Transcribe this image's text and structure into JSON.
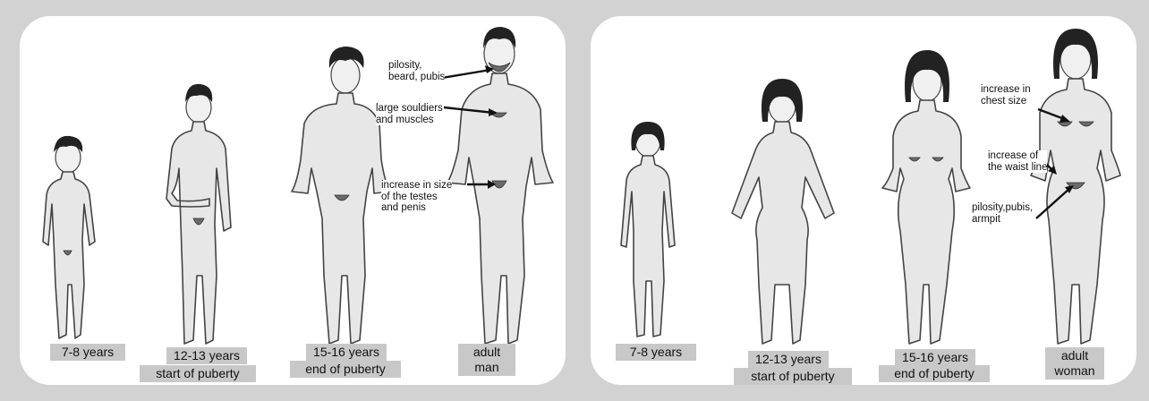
{
  "boys": {
    "stages": [
      {
        "age": "7-8 years",
        "phase": ""
      },
      {
        "age": "12-13 years",
        "phase": "start of puberty"
      },
      {
        "age": "15-16 years",
        "phase": "end of puberty"
      },
      {
        "age": "adult",
        "phase": "man"
      }
    ],
    "annotations": [
      {
        "text": "pilosity,\nbeard, pubis"
      },
      {
        "text": "large souldiers\nand muscles"
      },
      {
        "text": "increase in size\nof the testes\nand penis"
      }
    ]
  },
  "girls": {
    "stages": [
      {
        "age": "7-8 years",
        "phase": ""
      },
      {
        "age": "12-13 years",
        "phase": "start of puberty"
      },
      {
        "age": "15-16 years",
        "phase": "end of puberty"
      },
      {
        "age": "adult",
        "phase": "woman"
      }
    ],
    "annotations": [
      {
        "text": "increase in\nchest size"
      },
      {
        "text": "increase of\nthe waist line"
      },
      {
        "text": "pilosity,pubis,\narmpit"
      }
    ]
  }
}
